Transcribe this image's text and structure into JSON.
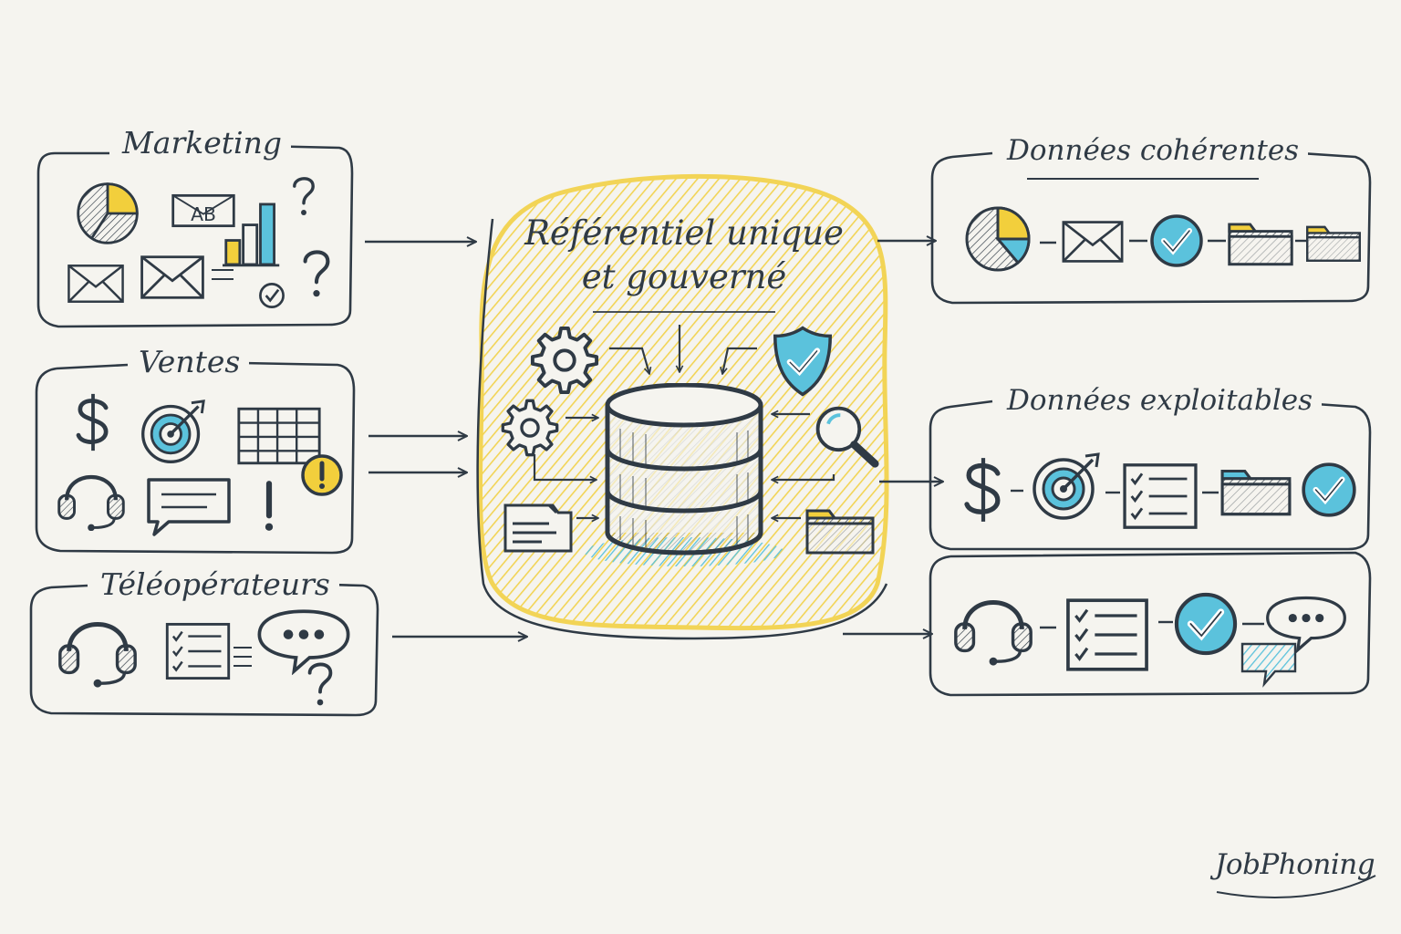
{
  "sources": [
    {
      "id": "marketing",
      "title": "Marketing",
      "icons": [
        "pie-chart-icon",
        "ab-test-icon",
        "bar-chart-icon",
        "question-mark-icon",
        "envelope-icon",
        "envelope-icon",
        "check-circle-icon",
        "question-mark-icon"
      ]
    },
    {
      "id": "ventes",
      "title": "Ventes",
      "icons": [
        "dollar-icon",
        "target-icon",
        "spreadsheet-icon",
        "alert-icon",
        "headset-icon",
        "chat-bubble-icon",
        "exclamation-icon"
      ]
    },
    {
      "id": "teleoperateurs",
      "title": "Téléopérateurs",
      "icons": [
        "headset-icon",
        "checklist-icon",
        "chat-bubble-icon",
        "question-mark-icon"
      ]
    }
  ],
  "center": {
    "title_line1": "Référentiel unique",
    "title_line2": "et gouverné",
    "icons": [
      "gear-icon",
      "gear-icon",
      "shield-check-icon",
      "magnifier-icon",
      "database-icon",
      "folder-icon",
      "folder-icon"
    ]
  },
  "outputs": [
    {
      "id": "coherentes",
      "title": "Données cohérentes",
      "icons": [
        "pie-chart-icon",
        "envelope-icon",
        "check-circle-icon",
        "folder-icon",
        "folder-icon"
      ]
    },
    {
      "id": "exploitables",
      "title": "Données exploitables",
      "icons": [
        "dollar-icon",
        "target-icon",
        "checklist-icon",
        "folder-icon",
        "check-circle-icon"
      ]
    },
    {
      "id": "support",
      "title": "",
      "icons": [
        "headset-icon",
        "checklist-icon",
        "check-circle-icon",
        "chat-bubble-icon"
      ]
    }
  ],
  "brand": "JobPhoning",
  "colors": {
    "ink": "#2f3a45",
    "yellow": "#f2cf3c",
    "blue": "#5bc2dc",
    "paper": "#f5f4ef"
  }
}
